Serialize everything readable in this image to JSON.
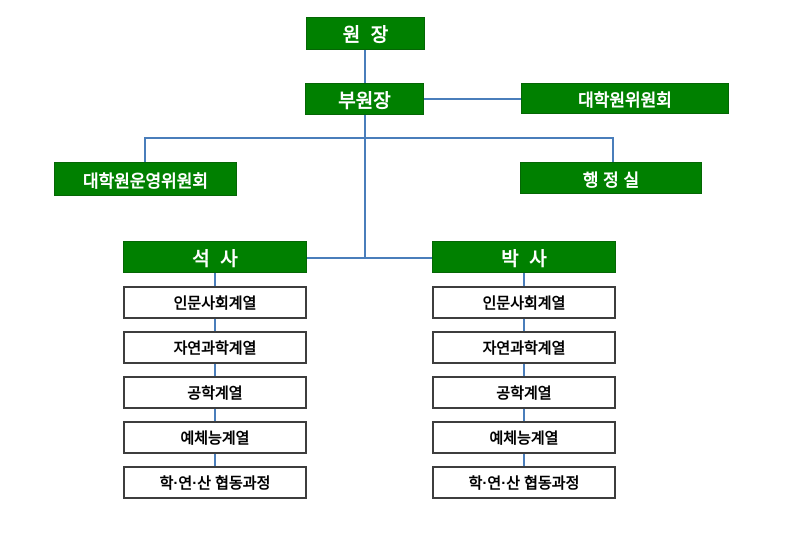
{
  "chart": {
    "type": "org-chart",
    "nodes": {
      "director": "원  장",
      "vice_director": "부원장",
      "grad_committee": "대학원위원회",
      "grad_operating_committee": "대학원운영위원회",
      "admin_office": "행 정 실",
      "masters": "석  사",
      "doctoral": "박  사"
    },
    "masters_tracks": [
      "인문사회계열",
      "자연과학계열",
      "공학계열",
      "예체능계열",
      "학·연·산 협동과정"
    ],
    "doctoral_tracks": [
      "인문사회계열",
      "자연과학계열",
      "공학계열",
      "예체능계열",
      "학·연·산 협동과정"
    ],
    "colors": {
      "node_fill": "#008000",
      "node_text": "#ffffff",
      "track_fill": "#ffffff",
      "track_border": "#3d3d3d",
      "track_text": "#000000",
      "connector": "#4A7EBB",
      "background": "#ffffff"
    }
  }
}
